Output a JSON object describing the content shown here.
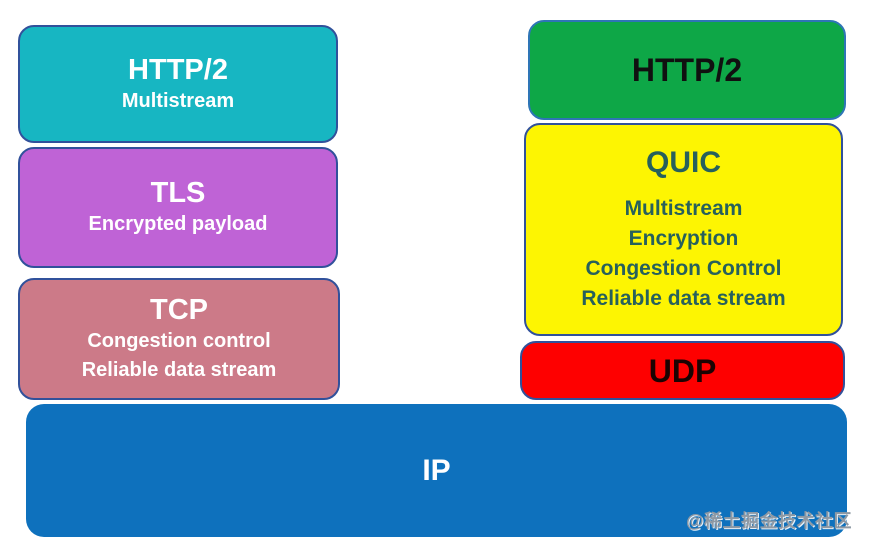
{
  "left_stack": [
    {
      "id": "http2-over-tls",
      "title": "HTTP/2",
      "lines": [
        "Multistream"
      ],
      "bg": "#17b6c2",
      "text": "#ffffff",
      "border": "#31519b"
    },
    {
      "id": "tls",
      "title": "TLS",
      "lines": [
        "Encrypted payload"
      ],
      "bg": "#bf63d6",
      "text": "#ffffff",
      "border": "#31519b"
    },
    {
      "id": "tcp",
      "title": "TCP",
      "lines": [
        "Congestion control",
        "Reliable data stream"
      ],
      "bg": "#cc7a88",
      "text": "#ffffff",
      "border": "#31519b"
    }
  ],
  "right_stack": [
    {
      "id": "http2-over-quic",
      "title": "HTTP/2",
      "lines": [],
      "bg": "#0ea747",
      "text": "#101010",
      "border": "#2e75b6"
    },
    {
      "id": "quic",
      "title": "QUIC",
      "lines": [
        "Multistream",
        "Encryption",
        "Congestion Control",
        "Reliable data stream"
      ],
      "bg": "#fdf502",
      "text": "#27605c",
      "border": "#31519b"
    },
    {
      "id": "udp",
      "title": "UDP",
      "lines": [],
      "bg": "#fe0000",
      "text": "#1b0302",
      "border": "#31519b"
    }
  ],
  "base": {
    "id": "ip",
    "title": "IP",
    "bg": "#0e71bd",
    "text": "#ffffff"
  },
  "watermark": {
    "text": "@稀土掘金技术社区",
    "color": "#8e99a4"
  }
}
